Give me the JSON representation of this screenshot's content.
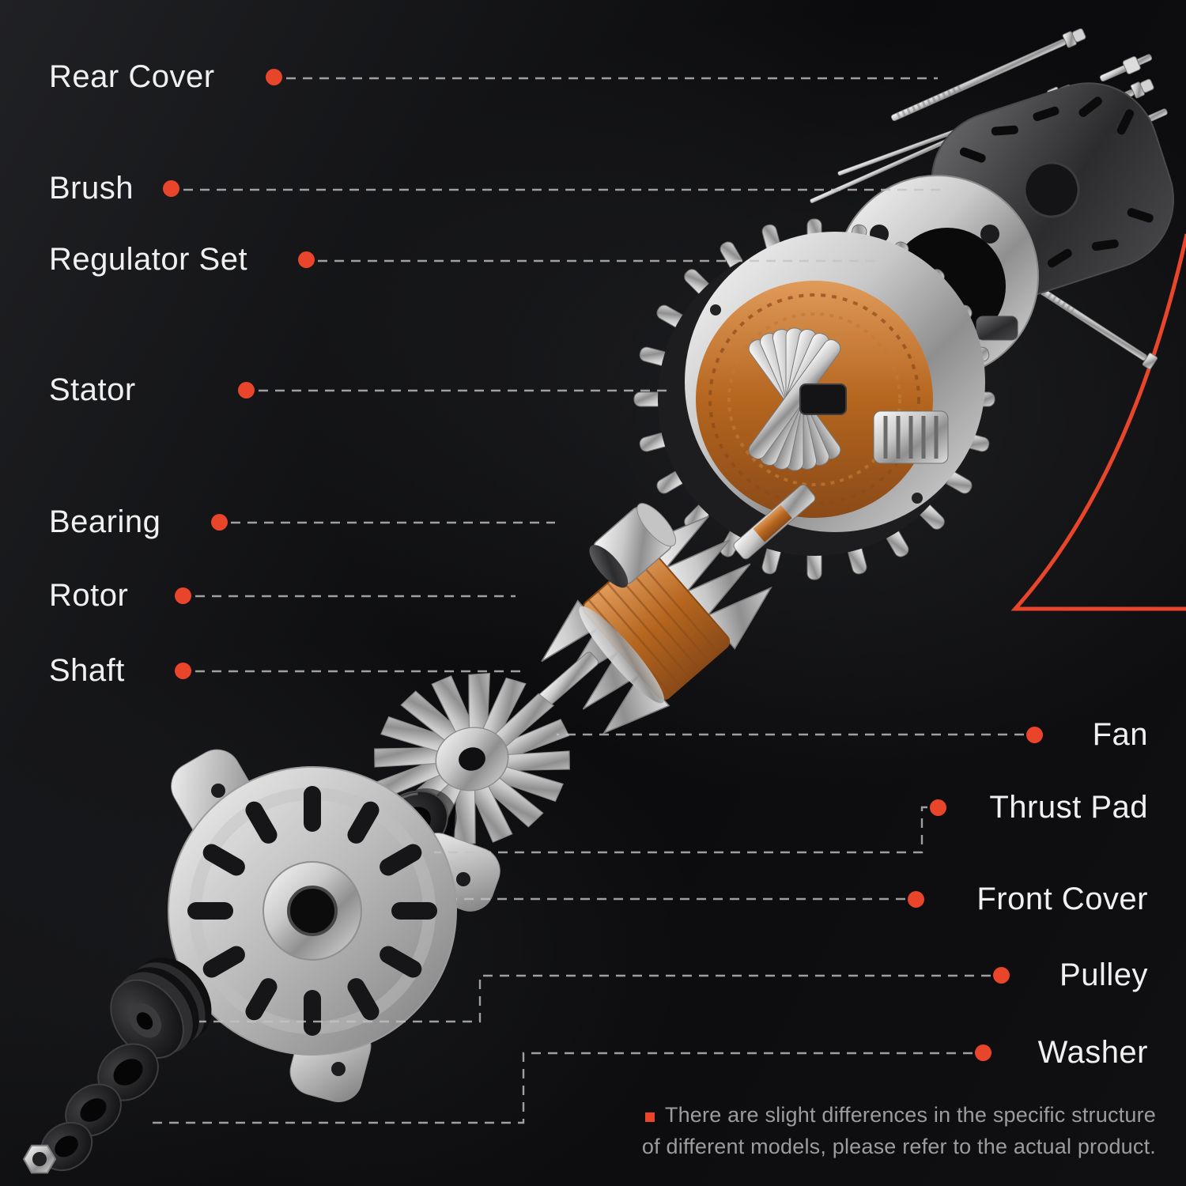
{
  "colors": {
    "accent": "#E8452A",
    "background": "#0B0B0D",
    "label_text": "#F0F0F0",
    "leader_line": "#C3C3C3",
    "disclaimer_text": "#9C9C9C",
    "metal_silver": "#C9C9C9",
    "copper": "#B5661F"
  },
  "labels_left": [
    {
      "text": "Rear Cover"
    },
    {
      "text": "Brush"
    },
    {
      "text": "Regulator Set"
    },
    {
      "text": "Stator"
    },
    {
      "text": "Bearing"
    },
    {
      "text": "Rotor"
    },
    {
      "text": "Shaft"
    }
  ],
  "labels_right": [
    {
      "text": "Fan"
    },
    {
      "text": "Thrust Pad"
    },
    {
      "text": "Front Cover"
    },
    {
      "text": "Pulley"
    },
    {
      "text": "Washer"
    }
  ],
  "disclaimer": {
    "line1": "There are slight differences in the specific structure",
    "line2": "of different models, please refer to the actual product."
  }
}
